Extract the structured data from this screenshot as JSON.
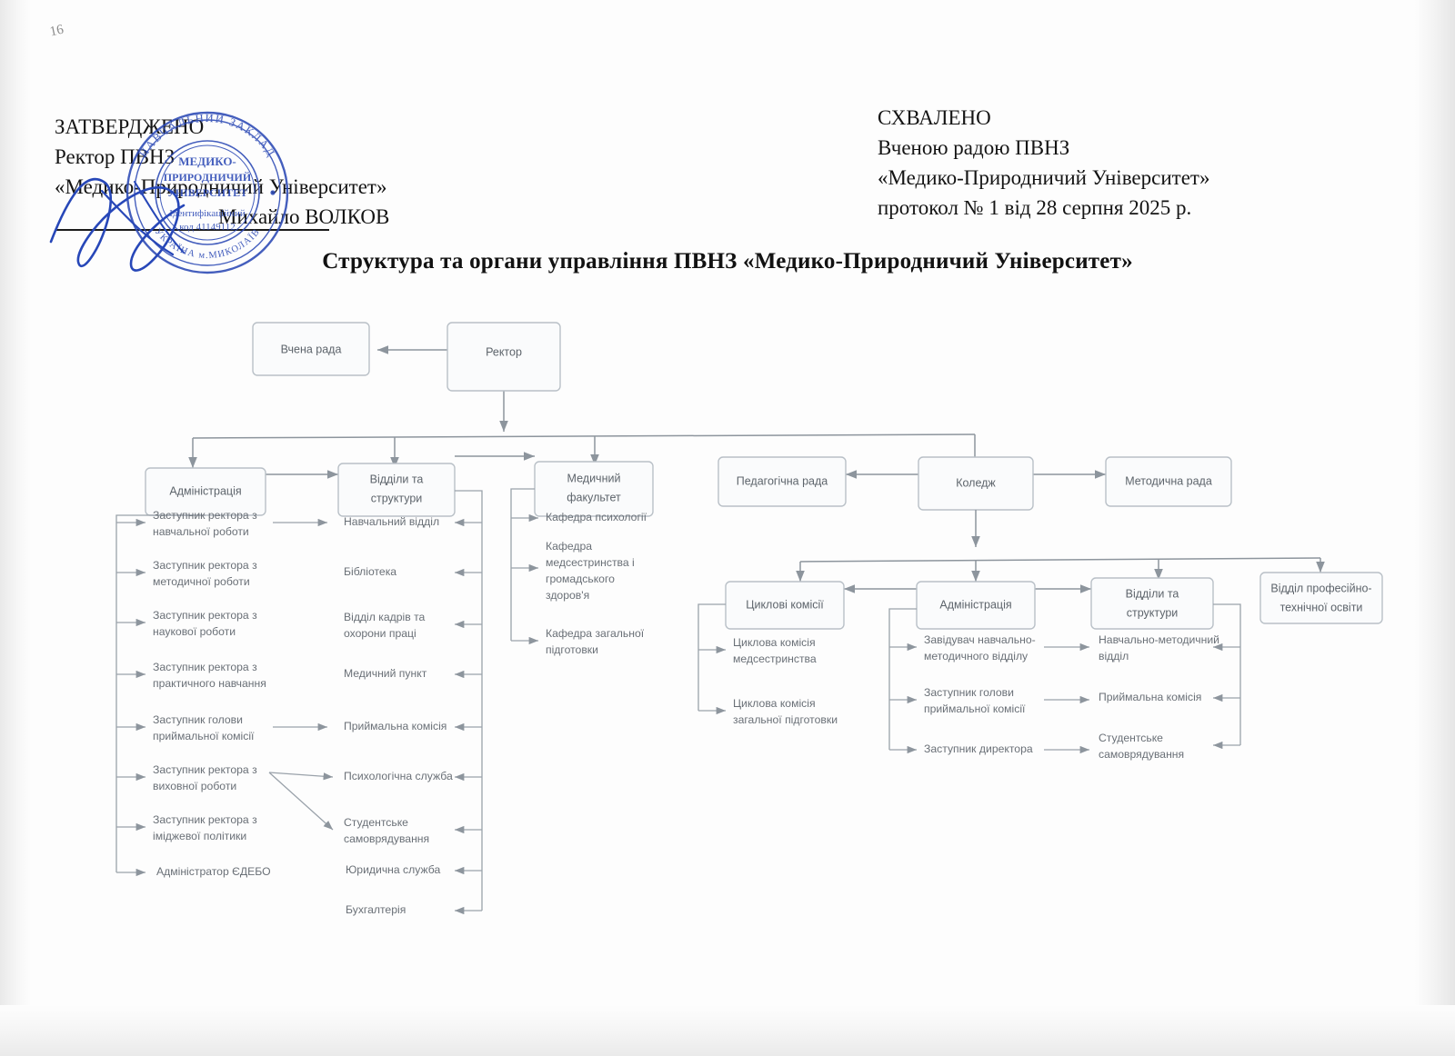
{
  "page": {
    "corner_mark": "16"
  },
  "header": {
    "approved_left": {
      "lines": [
        "ЗАТВЕРДЖЕНО",
        "Ректор ПВНЗ",
        "«Медико-Природничий Університет»"
      ],
      "signature_name": "Михайло ВОЛКОВ"
    },
    "approved_right": {
      "lines": [
        "СХВАЛЕНО",
        "Вченою радою ПВНЗ",
        "«Медико-Природничий Університет»",
        "протокол № 1 від 28 серпня 2025 р."
      ]
    },
    "stamp": {
      "outer_text": "НАВЧАЛЬНИЙ ЗАКЛАД",
      "inner_text_1": "МЕДИКО-",
      "inner_text_2": "ПРИРОДНИЧИЙ",
      "inner_text_3": "УНІВЕРСИТЕТ",
      "id_label": "Ідентифікаційний",
      "id_code": "код  41149112",
      "country_text": "УКРАЇНА м.МИКОЛАЇВ",
      "color": "#2b49b5"
    }
  },
  "title": "Структура та органи управління ПВНЗ «Медико-Природничий Університет»",
  "chart_data": {
    "type": "diagram",
    "title": "Структура та органи управління ПВНЗ «Медико-Природничий Університет»",
    "root": "Ректор",
    "nodes": {
      "rector": "Ректор",
      "academic_council": "Вчена рада",
      "administration": "Адміністрація",
      "departments_structures": "Відділи та структури",
      "medical_faculty": "Медичний факультет",
      "pedagogical_council": "Педагогічна рада",
      "college": "Коледж",
      "methodical_council": "Методична рада",
      "cycle_commissions": "Циклові комісії",
      "college_administration": "Адміністрація",
      "college_departments": "Відділи та структури",
      "vocational_education_dept": "Відділ професійно-технічної освіти"
    },
    "groups": [
      {
        "id": "administration",
        "parent": "Адміністрація",
        "items": [
          "Заступник ректора з навчальної роботи",
          "Заступник ректора з методичної роботи",
          "Заступник ректора з наукової роботи",
          "Заступник ректора з практичного навчання",
          "Заступник голови приймальної комісії",
          "Заступник ректора з виховної роботи",
          "Заступник ректора з іміджевої політики",
          "Адміністратор ЄДЕБО"
        ]
      },
      {
        "id": "departments_structures",
        "parent": "Відділи та структури",
        "items": [
          "Навчальний відділ",
          "Бібліотека",
          "Відділ кадрів та охорони праці",
          "Медичний пункт",
          "Приймальна комісія",
          "Психологічна служба",
          "Студентське самоврядування",
          "Юридична служба",
          "Бухгалтерія"
        ]
      },
      {
        "id": "medical_faculty",
        "parent": "Медичний факультет",
        "items": [
          "Кафедра психології",
          "Кафедра медсестринства і громадського здоров'я",
          "Кафедра загальної підготовки"
        ]
      },
      {
        "id": "cycle_commissions",
        "parent": "Циклові комісії",
        "items": [
          "Циклова комісія медсестринства",
          "Циклова комісія загальної підготовки"
        ]
      },
      {
        "id": "college_administration",
        "parent": "Адміністрація",
        "items": [
          "Завідувач навчально-методичного відділу",
          "Заступник голови приймальної комісії",
          "Заступник директора"
        ]
      },
      {
        "id": "college_departments",
        "parent": "Відділи та структури",
        "items": [
          "Навчально-методичний відділ",
          "Приймальна комісія",
          "Студентське самоврядування"
        ]
      }
    ],
    "edges": [
      {
        "from": "Ректор",
        "to": "Вчена рада"
      },
      {
        "from": "Ректор",
        "to": "Адміністрація"
      },
      {
        "from": "Ректор",
        "to": "Відділи та структури"
      },
      {
        "from": "Ректор",
        "to": "Медичний факультет"
      },
      {
        "from": "Ректор",
        "to": "Коледж"
      },
      {
        "from": "Адміністрація",
        "to": "Відділи та структури"
      },
      {
        "from": "Відділи та структури",
        "to": "Медичний факультет"
      },
      {
        "from": "Коледж",
        "to": "Педагогічна рада"
      },
      {
        "from": "Коледж",
        "to": "Методична рада"
      },
      {
        "from": "Коледж",
        "to": "Циклові комісії"
      },
      {
        "from": "Коледж",
        "to": "Адміністрація"
      },
      {
        "from": "Коледж",
        "to": "Відділи та структури"
      },
      {
        "from": "Коледж",
        "to": "Відділ професійно-технічної освіти"
      },
      {
        "from": "Адміністрація",
        "to": "Циклові комісії"
      },
      {
        "from": "Адміністрація",
        "to": "Відділи та структури"
      }
    ]
  }
}
